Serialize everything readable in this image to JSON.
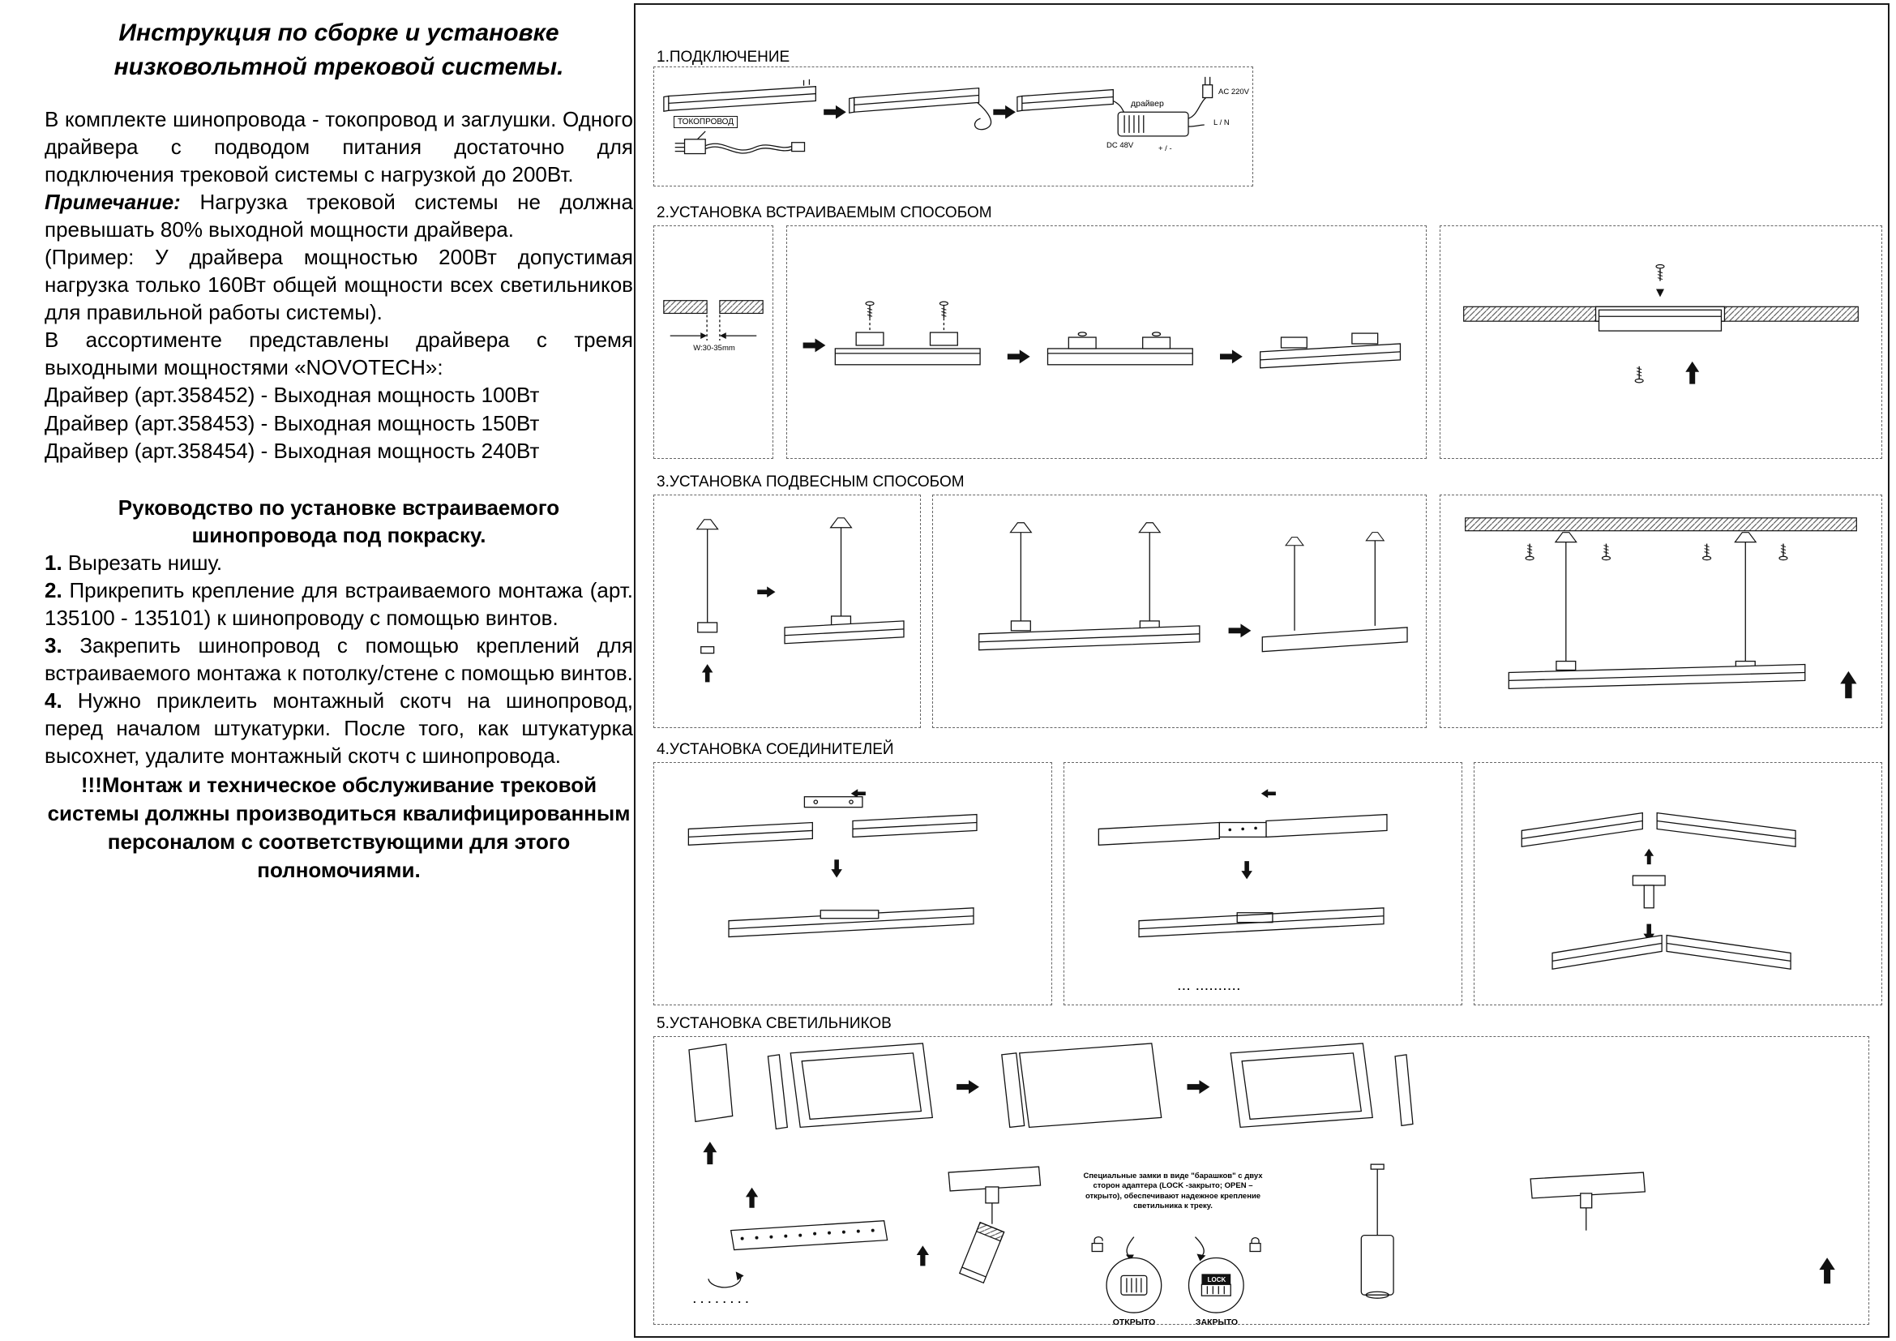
{
  "doc": {
    "title": "Инструкция по сборке и установке низковольтной трековой системы.",
    "intro": "В комплекте шинопровода - токопровод и заглушки. Одного драйвера с подводом питания достаточно для подключения трековой системы с нагрузкой до 200Вт.",
    "note_label": "Примечание:",
    "note_text": " Нагрузка трековой системы не должна превышать 80% выходной мощности драйвера.",
    "example": "(Пример: У драйвера мощностью 200Вт допустимая нагрузка только 160Вт общей мощности всех светильников для правильной работы системы).",
    "assortment": "В ассортименте представлены драйвера с тремя выходными мощностями «NOVOTECH»:",
    "drivers": [
      "Драйвер (арт.358452) - Выходная мощность 100Вт",
      "Драйвер (арт.358453) - Выходная мощность 150Вт",
      "Драйвер (арт.358454) - Выходная мощность 240Вт"
    ],
    "guide_title": "Руководство по установке встраиваемого шинопровода под покраску.",
    "steps": [
      {
        "n": "1.",
        "t": " Вырезать нишу."
      },
      {
        "n": "2.",
        "t": " Прикрепить крепление для встраиваемого монтажа (арт. 135100 - 135101) к шинопроводу с помощью винтов."
      },
      {
        "n": "3.",
        "t": " Закрепить шинопровод с помощью креплений для встраиваемого монтажа к потолку/стене с помощью винтов."
      },
      {
        "n": "4.",
        "t": " Нужно приклеить монтажный скотч на шинопровод, перед началом штукатурки. После того, как штукатурка высохнет, удалите монтажный скотч с шинопровода."
      }
    ],
    "warning": "!!!Монтаж и техническое обслуживание трековой системы должны производиться квалифицированным персоналом с соответствующими для этого полномочиями."
  },
  "sections": {
    "s1": {
      "title": "1.ПОДКЛЮЧЕНИЕ",
      "labels": {
        "tokoprovod": "ТОКОПРОВОД",
        "driver": "драйвер",
        "ac": "AC  220V",
        "ln": "L / N",
        "dc": "DC 48V",
        "pm": "+ / -"
      }
    },
    "s2": {
      "title": "2.УСТАНОВКА ВСТРАИВАЕМЫМ СПОСОБОМ",
      "labels": {
        "width": "W:30-35mm"
      }
    },
    "s3": {
      "title": "3.УСТАНОВКА ПОДВЕСНЫМ СПОСОБОМ"
    },
    "s4": {
      "title": "4.УСТАНОВКА СОЕДИНИТЕЛЕЙ",
      "dots": "... .........."
    },
    "s5": {
      "title": "5.УСТАНОВКА СВЕТИЛЬНИКОВ",
      "note": "Специальные замки в виде \"барашков\" с двух сторон адаптера (LOCK -закрыто; OPEN –открыто), обеспечивают надежное крепление светильника к треку.",
      "lock_badge": "LOCK",
      "open": "ОТКРЫТО",
      "closed": "ЗАКРЫТО",
      "dots": ". . . . . . . ."
    }
  }
}
